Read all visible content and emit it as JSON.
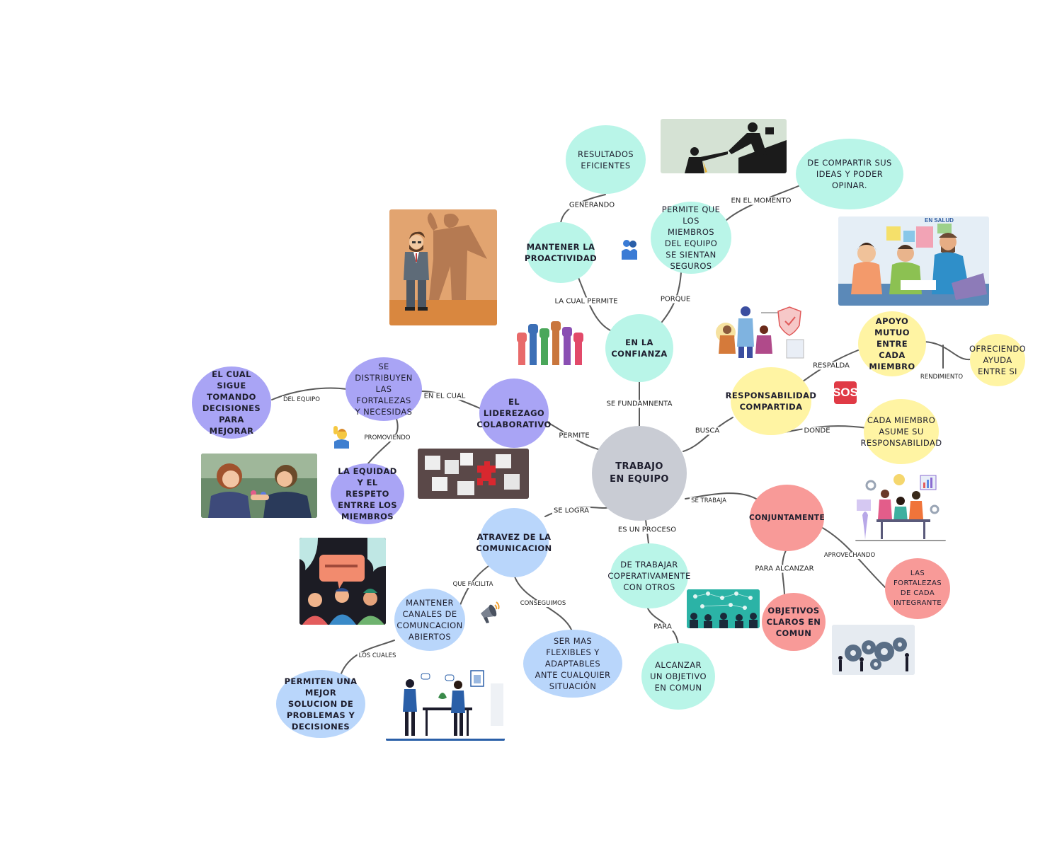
{
  "central": {
    "label": "TRABAJO EN EQUIPO"
  },
  "nodes": {
    "confianza": "EN LA CONFIANZA",
    "proactividad": "MANTENER LA PROACTIVIDAD",
    "resultados": "RESULTADOS EFICIENTES",
    "seguros": "PERMITE QUE LOS MIEMBROS DEL EQUIPO SE SIENTAN SEGUROS",
    "compartir": "DE COMPARTIR SUS IDEAS Y PODER OPINAR.",
    "responsabilidad": "RESPONSABILIDAD COMPARTIDA",
    "apoyo": "APOYO MUTUO ENTRE CADA MIEMBRO",
    "ofreciendo": "OFRECIENDO AYUDA ENTRE SI",
    "cada_miembro": "CADA MIEMBRO ASUME SU RESPONSABILIDAD",
    "liderazgo": "EL LIDEREZAGO COLABORATIVO",
    "distribuyen": "SE DISTRIBUYEN LAS FORTALEZAS Y NECESIDAS",
    "decisiones": "EL CUAL SIGUE TOMANDO DECISIONES PARA MEJORAR",
    "equidad": "LA EQUIDAD Y EL RESPETO ENTRRE LOS MIEMBROS",
    "comunicacion": "ATRAVEZ DE LA COMUNICACION",
    "canales": "MANTENER CANALES DE COMUNCACION ABIERTOS",
    "solucion": "PERMITEN UNA MEJOR SOLUCION DE PROBLEMAS Y DECISIONES",
    "flexibles": "SER MAS FLEXIBLES Y ADAPTABLES ANTE CUALQUIER SITUACIÓN",
    "cooperativamente": "DE TRABAJAR COPERATIVAMENTE CON OTROS",
    "alcanzar": "ALCANZAR UN OBJETIVO EN COMUN",
    "conjuntamente": "CONJUNTAMENTE",
    "fortalezas": "LAS FORTALEZAS DE CADA INTEGRANTE",
    "objetivos": "OBJETIVOS CLAROS EN COMUN"
  },
  "links": {
    "se_fundamenta": "SE FUNDAMNENTA",
    "la_cual_permite": "LA CUAL PERMITE",
    "generando": "GENERANDO",
    "porque": "PORQUE",
    "en_el_momento": "EN EL MOMENTO",
    "busca": "BUSCA",
    "respalda": "RESPALDA",
    "rendimiento": "RENDIMIENTO",
    "donde": "DONDE",
    "permite": "PERMITE",
    "en_el_cual": "EN EL CUAL",
    "del_equipo": "DEL EQUIPO",
    "promoviendo": "PROMOVIENDO",
    "se_logra": "SE LOGRA",
    "que_facilita": "QUE FACILITA",
    "los_cuales": "LOS CUALES",
    "conseguimos": "CONSEGUIMOS",
    "es_un_proceso": "ES UN PROCESO",
    "para": "PARA",
    "se_trabaja": "SE TRABAJA",
    "aprovechando": "APROVECHANDO",
    "para_alcanzar": "PARA ALCANZAR"
  },
  "images": {
    "poster_caption": "EN SALUD",
    "sos": "SOS"
  },
  "icons": [
    "handshake-climb-image",
    "hug-icon",
    "superhero-shadow-image",
    "team-meeting-image",
    "raised-fists-image",
    "security-team-image",
    "sos-icon",
    "raising-hand-icon",
    "puzzle-image",
    "children-image",
    "teamwork-celebration-image",
    "speech-bubbles-image",
    "megaphone-icon",
    "office-meeting-image",
    "network-people-image",
    "gears-image",
    "businessman-icon"
  ],
  "colors": {
    "teal": "#b9f5e8",
    "yellow": "#fff4a3",
    "purple": "#a9a4f5",
    "blue": "#b9d6fb",
    "red": "#f89a98",
    "grey": "#c9ccd4",
    "line": "#555555"
  }
}
